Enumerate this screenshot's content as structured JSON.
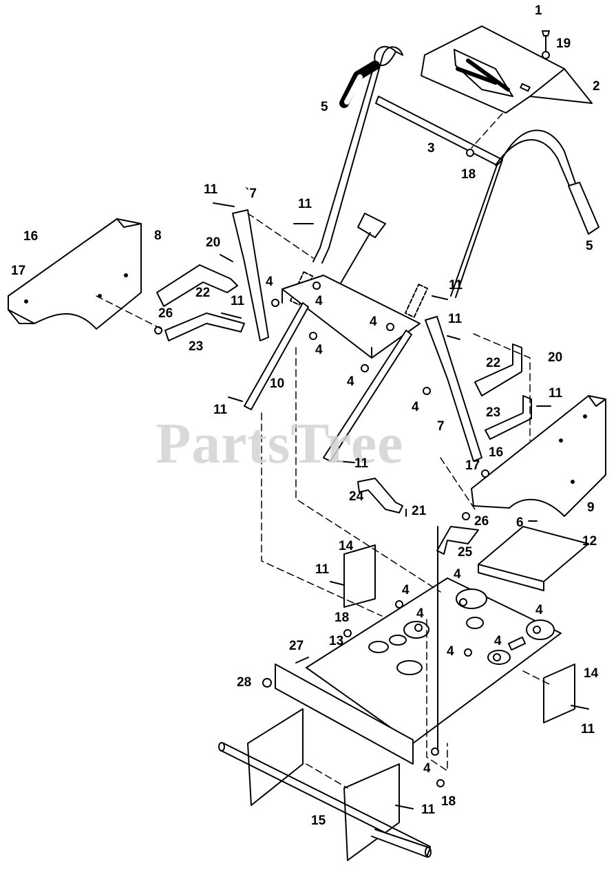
{
  "watermark": "PartsTree",
  "callouts": [
    {
      "id": "c1",
      "label": "1"
    },
    {
      "id": "c19",
      "label": "19"
    },
    {
      "id": "c2",
      "label": "2"
    },
    {
      "id": "c5a",
      "label": "5"
    },
    {
      "id": "c3",
      "label": "3"
    },
    {
      "id": "c18a",
      "label": "18"
    },
    {
      "id": "c5b",
      "label": "5"
    },
    {
      "id": "c11a",
      "label": "11"
    },
    {
      "id": "c7a",
      "label": "`7"
    },
    {
      "id": "c11b",
      "label": "11"
    },
    {
      "id": "c8",
      "label": "8"
    },
    {
      "id": "c16a",
      "label": "16"
    },
    {
      "id": "c17a",
      "label": "17"
    },
    {
      "id": "c20a",
      "label": "20"
    },
    {
      "id": "c22a",
      "label": "22"
    },
    {
      "id": "c11c",
      "label": "11"
    },
    {
      "id": "c26a",
      "label": "26"
    },
    {
      "id": "c23a",
      "label": "23"
    },
    {
      "id": "c4a",
      "label": "4"
    },
    {
      "id": "c4b",
      "label": "4"
    },
    {
      "id": "c4c",
      "label": "4"
    },
    {
      "id": "c4d",
      "label": "4"
    },
    {
      "id": "c4e",
      "label": "4"
    },
    {
      "id": "c11d",
      "label": "11"
    },
    {
      "id": "c11e",
      "label": "11"
    },
    {
      "id": "c10",
      "label": "10"
    },
    {
      "id": "c11f",
      "label": "11"
    },
    {
      "id": "c22b",
      "label": "22"
    },
    {
      "id": "c20b",
      "label": "20"
    },
    {
      "id": "c4f",
      "label": "4"
    },
    {
      "id": "c11g",
      "label": "11"
    },
    {
      "id": "c23b",
      "label": "23"
    },
    {
      "id": "c7b",
      "label": "7"
    },
    {
      "id": "c11h",
      "label": "11"
    },
    {
      "id": "c16b",
      "label": "16"
    },
    {
      "id": "c17b",
      "label": "17"
    },
    {
      "id": "c9",
      "label": "9"
    },
    {
      "id": "c24",
      "label": "24"
    },
    {
      "id": "c21",
      "label": "21"
    },
    {
      "id": "c26b",
      "label": "26"
    },
    {
      "id": "c6",
      "label": "6"
    },
    {
      "id": "c12",
      "label": "12"
    },
    {
      "id": "c25",
      "label": "25"
    },
    {
      "id": "c14a",
      "label": "14"
    },
    {
      "id": "c11i",
      "label": "11"
    },
    {
      "id": "c4g",
      "label": "4"
    },
    {
      "id": "c4h",
      "label": "4"
    },
    {
      "id": "c4i",
      "label": "4"
    },
    {
      "id": "c4j",
      "label": "4"
    },
    {
      "id": "c4k",
      "label": "4"
    },
    {
      "id": "c4l",
      "label": "4"
    },
    {
      "id": "c18b",
      "label": "18"
    },
    {
      "id": "c13",
      "label": "13"
    },
    {
      "id": "c27",
      "label": "27"
    },
    {
      "id": "c28",
      "label": "28"
    },
    {
      "id": "c14b",
      "label": "14"
    },
    {
      "id": "c11j",
      "label": "11"
    },
    {
      "id": "c4m",
      "label": "4"
    },
    {
      "id": "c18c",
      "label": "18"
    },
    {
      "id": "c15",
      "label": "15"
    },
    {
      "id": "c11k",
      "label": "11"
    }
  ]
}
